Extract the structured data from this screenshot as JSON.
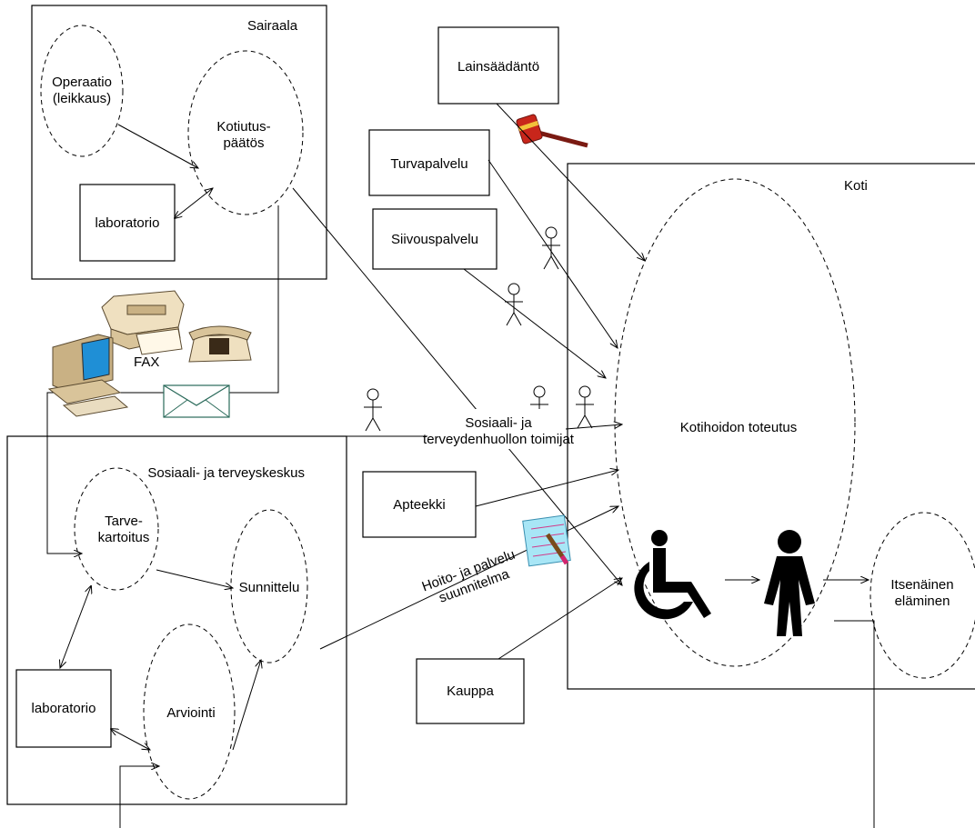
{
  "hospital": {
    "title": "Sairaala",
    "operation": [
      "Operaatio",
      "(leikkaus)"
    ],
    "discharge": [
      "Kotiutus-",
      "päätös"
    ],
    "lab": "laboratorio"
  },
  "legislation": "Lainsäädäntö",
  "security_service": "Turvapalvelu",
  "cleaning_service": "Siivouspalvelu",
  "fax_label": "FAX",
  "home": {
    "title": "Koti",
    "care": "Kotihoidon toteutus",
    "independent": [
      "Itsenäinen",
      "eläminen"
    ]
  },
  "social_actors": [
    "Sosiaali- ja",
    "terveydenhuollon toimijat"
  ],
  "center": {
    "title": "Sosiaali- ja terveyskeskus",
    "needs": [
      "Tarve-",
      "kartoitus"
    ],
    "planning": "Sunnittelu",
    "evaluation": "Arviointi",
    "lab": "laboratorio"
  },
  "pharmacy": "Apteekki",
  "store": "Kauppa",
  "care_plan": [
    "Hoito- ja palvelu",
    "suunnitelma"
  ]
}
